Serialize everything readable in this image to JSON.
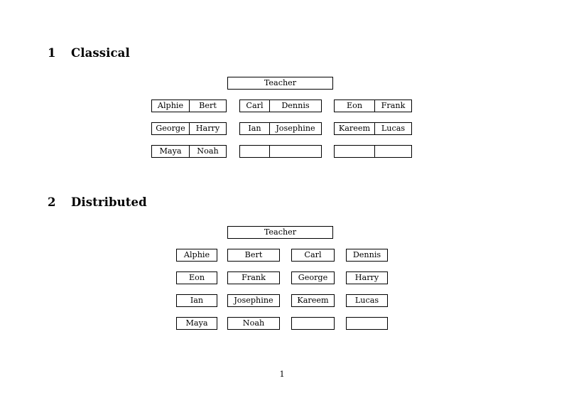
{
  "document": {
    "page_number": "1",
    "sections": [
      {
        "number": "1",
        "title": "Classical",
        "teacher_label": "Teacher",
        "groups": [
          {
            "rows": [
              [
                "Alphie",
                "Bert"
              ],
              [
                "George",
                "Harry"
              ],
              [
                "Maya",
                "Noah"
              ]
            ]
          },
          {
            "rows": [
              [
                "Carl",
                "Dennis"
              ],
              [
                "Ian",
                "Josephine"
              ],
              [
                "",
                ""
              ]
            ]
          },
          {
            "rows": [
              [
                "Eon",
                "Frank"
              ],
              [
                "Kareem",
                "Lucas"
              ],
              [
                "",
                ""
              ]
            ]
          }
        ]
      },
      {
        "number": "2",
        "title": "Distributed",
        "teacher_label": "Teacher",
        "rows": [
          [
            "Alphie",
            "Bert",
            "Carl",
            "Dennis"
          ],
          [
            "Eon",
            "Frank",
            "George",
            "Harry"
          ],
          [
            "Ian",
            "Josephine",
            "Kareem",
            "Lucas"
          ],
          [
            "Maya",
            "Noah",
            "",
            ""
          ]
        ]
      }
    ]
  },
  "colors": {
    "page_background": "#ffffff",
    "text": "#000000",
    "box_border": "#000000"
  }
}
